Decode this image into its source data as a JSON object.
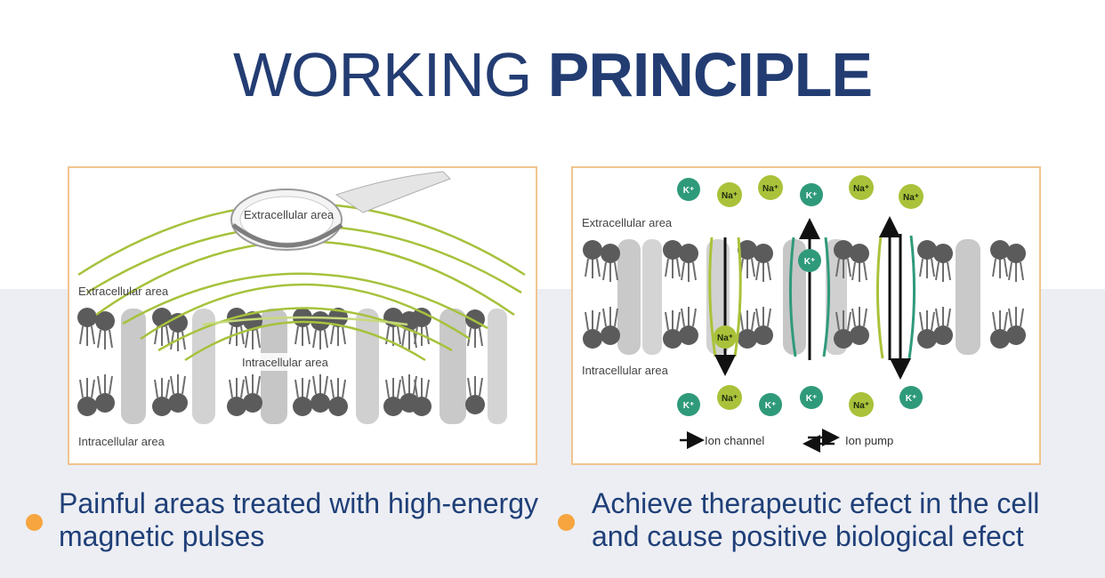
{
  "title": {
    "part1": "WORKING",
    "part2": "PRINCIPLE"
  },
  "left_panel": {
    "label_device": "Extracellular area",
    "label_extracellular": "Extracellular area",
    "label_intracellular_mid": "Intracellular area",
    "label_intracellular_bottom": "Intracellular area"
  },
  "right_panel": {
    "label_extracellular": "Extracellular area",
    "label_intracellular": "Intracellular area",
    "ions_top": [
      "K⁺",
      "Na⁺",
      "Na⁺",
      "K⁺",
      "Na⁺",
      "Na⁺"
    ],
    "ions_bottom": [
      "K⁺",
      "Na⁺",
      "K⁺",
      "K⁺",
      "Na⁺",
      "K⁺"
    ],
    "ion_in_channel_1": "Na⁺",
    "ion_in_channel_2": "K⁺",
    "legend_channel": "Ion channel",
    "legend_pump": "Ion pump"
  },
  "captions": {
    "left": [
      "Painful areas treated with high-energy",
      "magnetic pulses"
    ],
    "right": [
      "Achieve therapeutic efect in the cell",
      "and cause positive biological efect"
    ]
  },
  "colors": {
    "title": "#233d73",
    "caption": "#1f3f78",
    "bullet": "#f6a53f",
    "panel_border": "#f1c48e",
    "potassium": "#2f9a7a",
    "sodium": "#a9c23a",
    "field_lines": "#a6c23c"
  }
}
